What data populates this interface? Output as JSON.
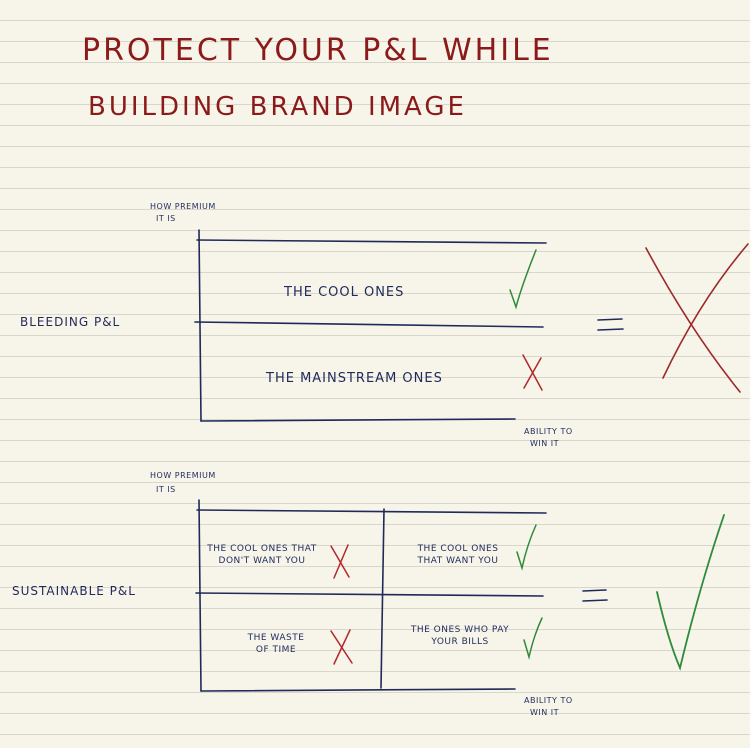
{
  "title": {
    "line1": "PROTECT YOUR P&L WHILE",
    "line2": "BUILDING BRAND IMAGE"
  },
  "diagram_top": {
    "row_label": "BLEEDING P&L",
    "y_axis_label_1": "HOW PREMIUM",
    "y_axis_label_2": "IT IS",
    "x_axis_label_1": "ABILITY TO",
    "x_axis_label_2": "WIN IT",
    "cell_top": "THE COOL ONES",
    "cell_bottom": "THE MAINSTREAM ONES",
    "equals": "=",
    "verdict": "cross-mark"
  },
  "diagram_bottom": {
    "row_label": "SUSTAINABLE P&L",
    "y_axis_label_1": "HOW PREMIUM",
    "y_axis_label_2": "IT IS",
    "x_axis_label_1": "ABILITY TO",
    "x_axis_label_2": "WIN IT",
    "cell_top_left": "THE COOL ONES THAT DON'T WANT YOU",
    "cell_top_right": "THE COOL ONES THAT WANT YOU",
    "cell_bottom_left": "THE WASTE OF TIME",
    "cell_bottom_right": "THE ONES WHO PAY YOUR BILLS",
    "equals": "=",
    "verdict": "check-mark"
  },
  "colors": {
    "title": "#8b1a1a",
    "ink": "#1f2a5a",
    "cross": "#b0282a",
    "check": "#2e8b3a"
  }
}
